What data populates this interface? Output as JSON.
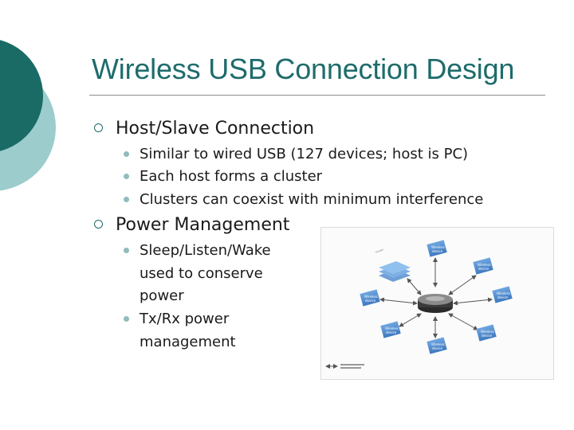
{
  "slide": {
    "title": "Wireless USB Connection Design",
    "colors": {
      "accent": "#1e6b6b",
      "accent_light": "#9ccccc",
      "bullet_light": "#8fbcbc"
    }
  },
  "bullets": [
    {
      "text": "Host/Slave Connection",
      "sub": [
        "Similar to wired USB (127 devices; host is PC)",
        "Each host forms a cluster",
        "Clusters can coexist with minimum interference"
      ]
    },
    {
      "text": "Power Management",
      "sub": [
        "Sleep/Listen/Wake used to conserve power",
        "Tx/Rx power management"
      ]
    }
  ],
  "diagram": {
    "device_label_line1": "Wireless",
    "device_label_line2": "device",
    "icons": [
      "host-hub-icon",
      "wireless-device-icon",
      "stacked-devices-icon",
      "arrow-icon"
    ]
  }
}
